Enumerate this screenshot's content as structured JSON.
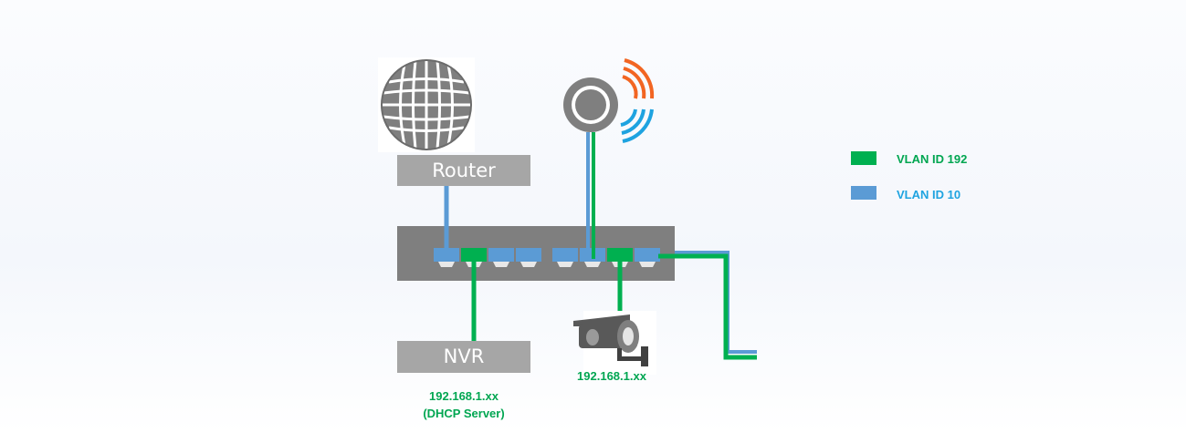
{
  "router": {
    "label": "Router"
  },
  "nvr": {
    "label": "NVR",
    "ip": "192.168.1.xx",
    "role": "(DHCP Server)"
  },
  "camera": {
    "ip": "192.168.1.xx"
  },
  "legend": [
    {
      "label": "VLAN ID 192",
      "color": "#00b050"
    },
    {
      "label": "VLAN ID 10",
      "color": "#5b9bd5"
    }
  ],
  "colors": {
    "vlan192": "#00b050",
    "vlan10": "#5b9bd5",
    "device_gray": "#a6a6a6",
    "switch_gray": "#7f7f7f",
    "globe_gray": "#7f7f7f",
    "wifi_orange": "#f26522",
    "wifi_blue": "#1ea3e0",
    "label_green": "#00a651",
    "label_blue": "#1ea3e0"
  },
  "icons": [
    "globe-icon",
    "wifi-access-point-icon",
    "cctv-camera-icon"
  ]
}
